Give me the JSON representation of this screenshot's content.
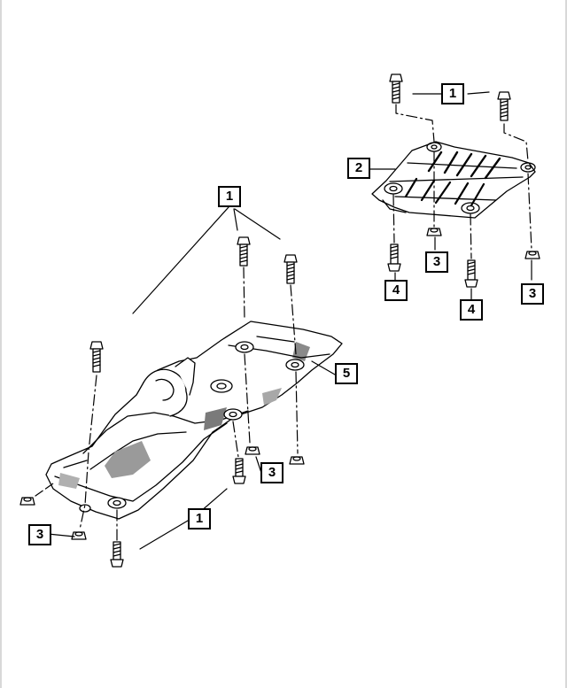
{
  "diagram": {
    "callouts": [
      {
        "id": "c1a",
        "label": "1"
      },
      {
        "id": "c1b",
        "label": "1"
      },
      {
        "id": "c1c",
        "label": "1"
      },
      {
        "id": "c2",
        "label": "2"
      },
      {
        "id": "c3a",
        "label": "3"
      },
      {
        "id": "c3b",
        "label": "3"
      },
      {
        "id": "c3c",
        "label": "3"
      },
      {
        "id": "c3d",
        "label": "3"
      },
      {
        "id": "c4a",
        "label": "4"
      },
      {
        "id": "c4b",
        "label": "4"
      },
      {
        "id": "c5",
        "label": "5"
      }
    ]
  },
  "colors": {
    "ink": "#000000",
    "paper": "#ffffff",
    "edge": "#d8d8d8"
  }
}
